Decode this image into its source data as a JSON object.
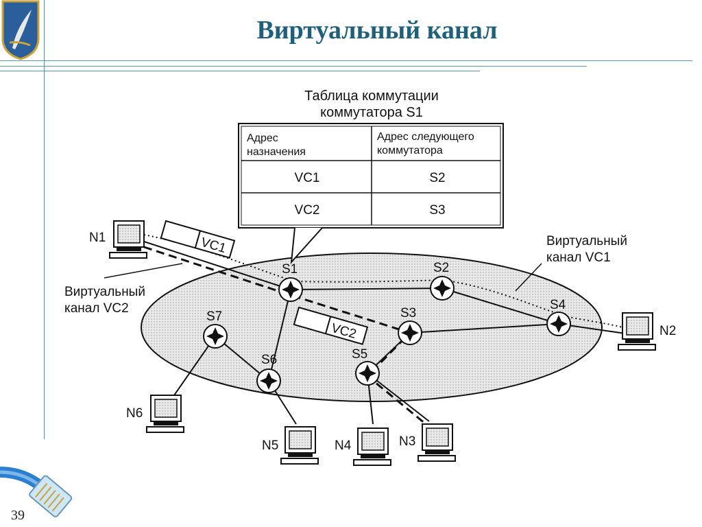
{
  "title": "Виртуальный канал",
  "page_number": "39",
  "table": {
    "caption_line1": "Таблица коммутации",
    "caption_line2": "коммутатора S1",
    "header_dest_line1": "Адрес",
    "header_dest_line2": "назначения",
    "header_next_line1": "Адрес следующего",
    "header_next_line2": "коммутатора",
    "rows": [
      {
        "dest": "VC1",
        "next": "S2"
      },
      {
        "dest": "VC2",
        "next": "S3"
      }
    ]
  },
  "packets": {
    "vc1": "VC1",
    "vc2": "VC2"
  },
  "annotations": {
    "vc1_line1": "Виртуальный",
    "vc1_line2": "канал VC1",
    "vc2_line1": "Виртуальный",
    "vc2_line2": "канал VC2"
  },
  "switches": {
    "s1": "S1",
    "s2": "S2",
    "s3": "S3",
    "s4": "S4",
    "s5": "S5",
    "s6": "S6",
    "s7": "S7"
  },
  "nodes": {
    "n1": "N1",
    "n2": "N2",
    "n3": "N3",
    "n4": "N4",
    "n5": "N5",
    "n6": "N6"
  },
  "colors": {
    "title": "#1f5f7a",
    "accent_line": "#5b8fb0",
    "network_fill": "#e4e4e4"
  }
}
